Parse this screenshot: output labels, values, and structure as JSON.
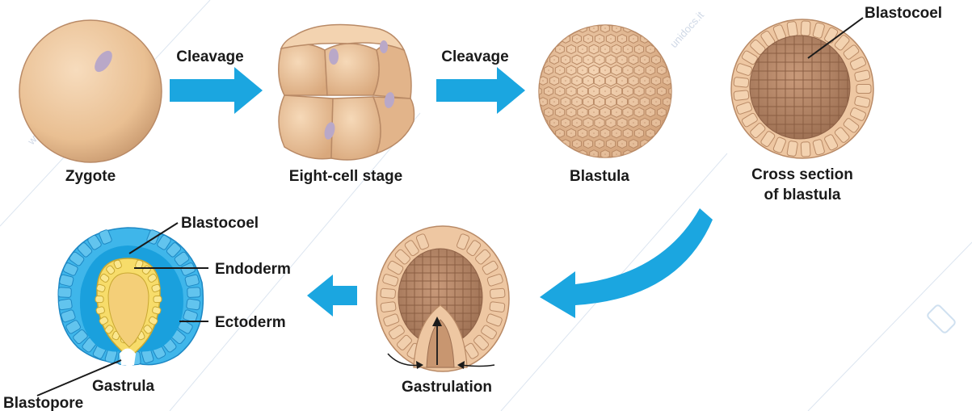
{
  "labels": {
    "zygote": "Zygote",
    "eight_cell": "Eight-cell stage",
    "blastula": "Blastula",
    "cross_section_line1": "Cross section",
    "cross_section_line2": "of blastula",
    "blastocoel_top": "Blastocoel",
    "cleavage_1": "Cleavage",
    "cleavage_2": "Cleavage",
    "gastrulation": "Gastrulation",
    "gastrula": "Gastrula",
    "blastocoel_gastrula": "Blastocoel",
    "endoderm": "Endoderm",
    "ectoderm": "Ectoderm",
    "blastopore": "Blastopore"
  },
  "watermark": {
    "text_1": "www.unidocs.it",
    "text_2": "unidocs.it"
  },
  "colors": {
    "arrow_blue": "#1ba6e0",
    "cell_tan": "#e7c098",
    "cell_dark": "#b98a66",
    "ectoderm_blue": "#3fb6ea",
    "endoderm_yellow": "#f7dc6a",
    "nucleus": "#b9a8c8"
  }
}
